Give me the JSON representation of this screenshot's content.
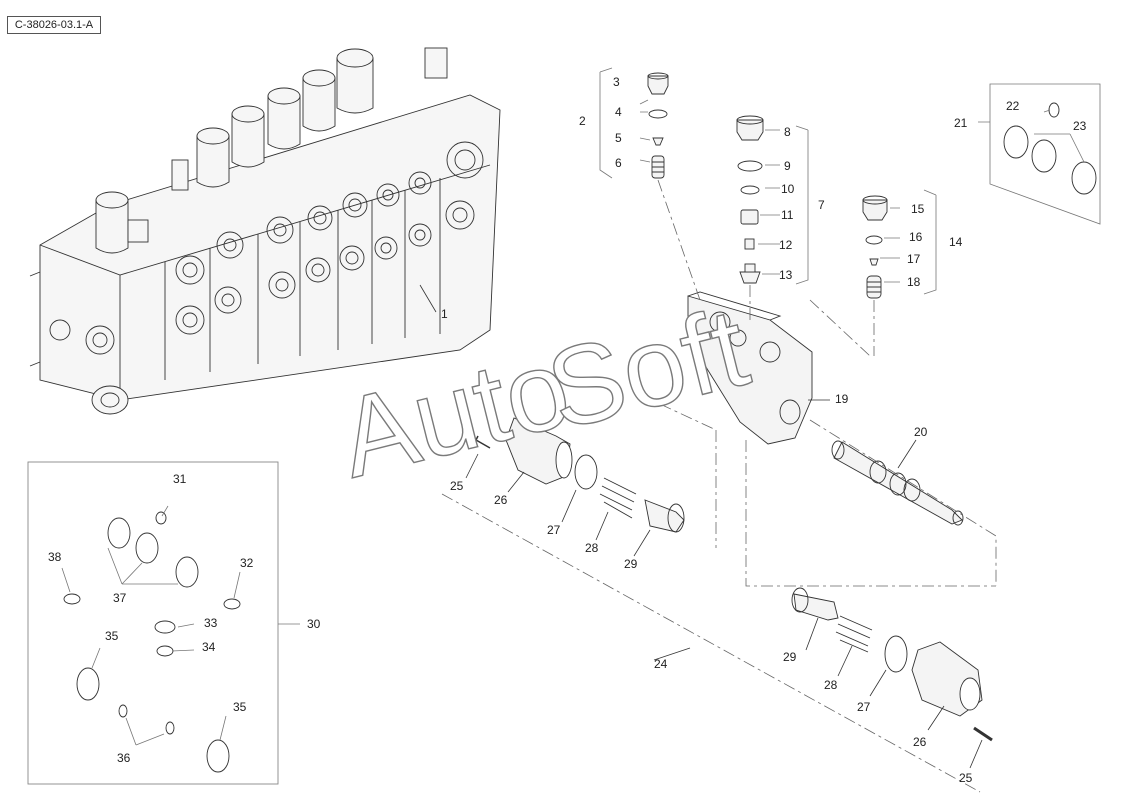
{
  "reference_code": "C-38026-03.1-A",
  "watermark": {
    "part1": "Auto",
    "part2": "Soft"
  },
  "callouts": {
    "c1": "1",
    "c2": "2",
    "c3": "3",
    "c4": "4",
    "c5": "5",
    "c6": "6",
    "c7": "7",
    "c8": "8",
    "c9": "9",
    "c10": "10",
    "c11": "11",
    "c12": "12",
    "c13": "13",
    "c14": "14",
    "c15": "15",
    "c16": "16",
    "c17": "17",
    "c18": "18",
    "c19": "19",
    "c20": "20",
    "c21": "21",
    "c22": "22",
    "c23": "23",
    "c24": "24",
    "c25": "25",
    "c26": "26",
    "c27": "27",
    "c28": "28",
    "c29": "29",
    "c30": "30",
    "c31": "31",
    "c32": "32",
    "c33": "33",
    "c34": "34",
    "c35": "35",
    "c36": "36",
    "c37": "37",
    "c38": "38"
  },
  "colors": {
    "line": "#333333",
    "dash": "#555555",
    "part_fill": "#f4f4f4",
    "watermark_stroke": "#7a7a7a"
  }
}
